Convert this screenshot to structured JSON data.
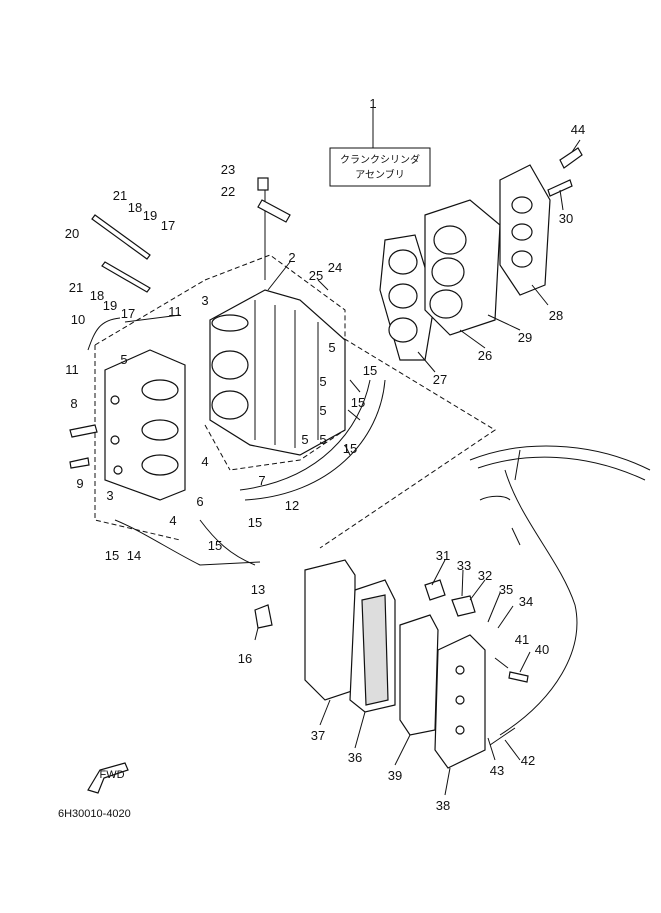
{
  "title_box": {
    "line1": "クランクシリンダ",
    "line2": "アセンブリ"
  },
  "drawing_code": "6H30010-4020",
  "fwd_label": "FWD",
  "callouts": [
    {
      "id": "c1",
      "label": "1"
    },
    {
      "id": "c2",
      "label": "2"
    },
    {
      "id": "c3a",
      "label": "3"
    },
    {
      "id": "c3b",
      "label": "3"
    },
    {
      "id": "c4a",
      "label": "4"
    },
    {
      "id": "c4b",
      "label": "4"
    },
    {
      "id": "c5a",
      "label": "5"
    },
    {
      "id": "c5b",
      "label": "5"
    },
    {
      "id": "c5c",
      "label": "5"
    },
    {
      "id": "c5d",
      "label": "5"
    },
    {
      "id": "c5e",
      "label": "5"
    },
    {
      "id": "c5f",
      "label": "5"
    },
    {
      "id": "c6",
      "label": "6"
    },
    {
      "id": "c7",
      "label": "7"
    },
    {
      "id": "c8",
      "label": "8"
    },
    {
      "id": "c9",
      "label": "9"
    },
    {
      "id": "c10",
      "label": "10"
    },
    {
      "id": "c11a",
      "label": "11"
    },
    {
      "id": "c11b",
      "label": "11"
    },
    {
      "id": "c12",
      "label": "12"
    },
    {
      "id": "c13",
      "label": "13"
    },
    {
      "id": "c14",
      "label": "14"
    },
    {
      "id": "c15a",
      "label": "15"
    },
    {
      "id": "c15b",
      "label": "15"
    },
    {
      "id": "c15c",
      "label": "15"
    },
    {
      "id": "c15d",
      "label": "15"
    },
    {
      "id": "c15e",
      "label": "15"
    },
    {
      "id": "c15f",
      "label": "15"
    },
    {
      "id": "c16",
      "label": "16"
    },
    {
      "id": "c17a",
      "label": "17"
    },
    {
      "id": "c17b",
      "label": "17"
    },
    {
      "id": "c18a",
      "label": "18"
    },
    {
      "id": "c18b",
      "label": "18"
    },
    {
      "id": "c19a",
      "label": "19"
    },
    {
      "id": "c19b",
      "label": "19"
    },
    {
      "id": "c20",
      "label": "20"
    },
    {
      "id": "c21a",
      "label": "21"
    },
    {
      "id": "c21b",
      "label": "21"
    },
    {
      "id": "c22",
      "label": "22"
    },
    {
      "id": "c23",
      "label": "23"
    },
    {
      "id": "c24",
      "label": "24"
    },
    {
      "id": "c25",
      "label": "25"
    },
    {
      "id": "c26",
      "label": "26"
    },
    {
      "id": "c27",
      "label": "27"
    },
    {
      "id": "c28",
      "label": "28"
    },
    {
      "id": "c29",
      "label": "29"
    },
    {
      "id": "c30",
      "label": "30"
    },
    {
      "id": "c31",
      "label": "31"
    },
    {
      "id": "c32",
      "label": "32"
    },
    {
      "id": "c33",
      "label": "33"
    },
    {
      "id": "c34",
      "label": "34"
    },
    {
      "id": "c35",
      "label": "35"
    },
    {
      "id": "c36",
      "label": "36"
    },
    {
      "id": "c37",
      "label": "37"
    },
    {
      "id": "c38",
      "label": "38"
    },
    {
      "id": "c39",
      "label": "39"
    },
    {
      "id": "c40",
      "label": "40"
    },
    {
      "id": "c41",
      "label": "41"
    },
    {
      "id": "c42",
      "label": "42"
    },
    {
      "id": "c43",
      "label": "43"
    },
    {
      "id": "c44",
      "label": "44"
    }
  ]
}
